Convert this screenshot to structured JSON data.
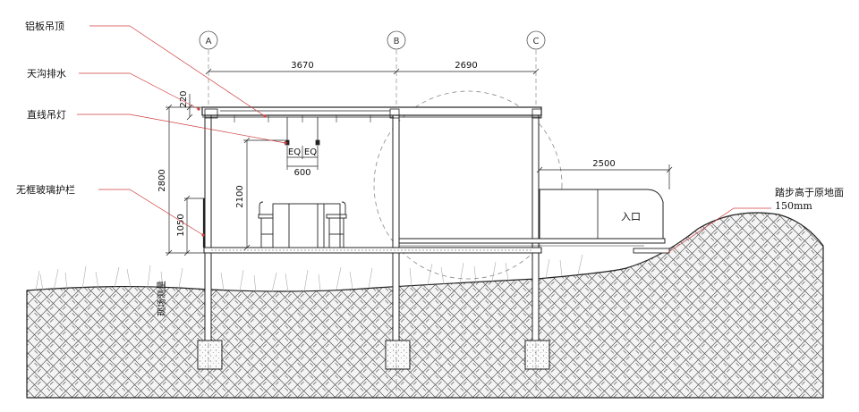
{
  "labels": {
    "ceiling": "铝板吊顶",
    "gutter": "天沟排水",
    "lamp": "直线吊灯",
    "railing": "无框玻璃护栏",
    "step_line1": "踏步高于原地面",
    "step_line2": "150mm",
    "entrance": "入口",
    "ground_vertical": "现场测量"
  },
  "grid": {
    "a": "A",
    "b": "B",
    "c": "C"
  },
  "dimensions": {
    "ab": "3670",
    "bc": "2690",
    "canopy": "2500",
    "roof": "220",
    "height_total": "2800",
    "height_inner": "2100",
    "railing_h": "1050",
    "lamp_eq1": "EQ",
    "lamp_eq2": "EQ",
    "lamp_span": "600"
  },
  "colors": {
    "line": "#222222",
    "leader": "#d04040",
    "ground_fill": "#f2f2f2"
  }
}
